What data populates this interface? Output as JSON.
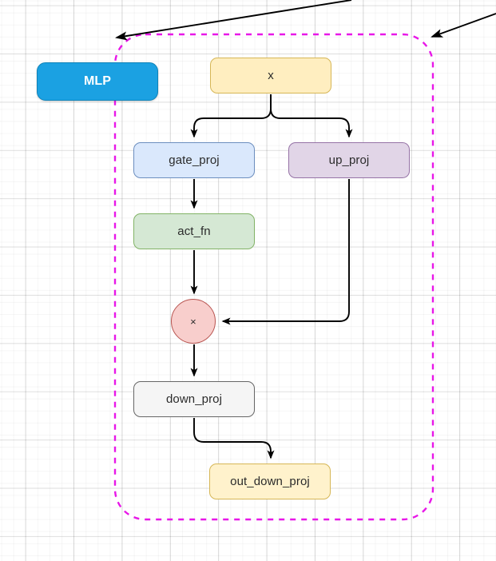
{
  "diagram": {
    "title": "MLP",
    "group": {
      "label": "MLP",
      "border_color": "#e817e8",
      "border_style": "dashed"
    },
    "nodes": [
      {
        "id": "mlp",
        "label": "MLP",
        "fill": "#1ba1e2",
        "stroke": "#0e82b8",
        "text_color": "#ffffff",
        "shape": "rounded-rect"
      },
      {
        "id": "x",
        "label": "x",
        "fill": "#ffeec0",
        "stroke": "#d6b656",
        "text_color": "#2b2b2b",
        "shape": "rounded-rect"
      },
      {
        "id": "gate_proj",
        "label": "gate_proj",
        "fill": "#dae8fc",
        "stroke": "#6c8ebf",
        "text_color": "#2b2b2b",
        "shape": "rounded-rect"
      },
      {
        "id": "up_proj",
        "label": "up_proj",
        "fill": "#e1d5e7",
        "stroke": "#9673a6",
        "text_color": "#2b2b2b",
        "shape": "rounded-rect"
      },
      {
        "id": "act_fn",
        "label": "act_fn",
        "fill": "#d5e8d4",
        "stroke": "#82b366",
        "text_color": "#2b2b2b",
        "shape": "rounded-rect"
      },
      {
        "id": "multiply",
        "label": "×",
        "fill": "#f8cecc",
        "stroke": "#b85450",
        "text_color": "#2b2b2b",
        "shape": "circle"
      },
      {
        "id": "down_proj",
        "label": "down_proj",
        "fill": "#f5f5f5",
        "stroke": "#666666",
        "text_color": "#2b2b2b",
        "shape": "rounded-rect"
      },
      {
        "id": "out_down_proj",
        "label": "out_down_proj",
        "fill": "#fff2cc",
        "stroke": "#d6b656",
        "text_color": "#2b2b2b",
        "shape": "rounded-rect"
      }
    ],
    "edges": [
      {
        "from": "x",
        "to": "gate_proj",
        "arrow": true
      },
      {
        "from": "x",
        "to": "up_proj",
        "arrow": true
      },
      {
        "from": "gate_proj",
        "to": "act_fn",
        "arrow": true
      },
      {
        "from": "act_fn",
        "to": "multiply",
        "arrow": true
      },
      {
        "from": "up_proj",
        "to": "multiply",
        "arrow": true
      },
      {
        "from": "multiply",
        "to": "down_proj",
        "arrow": true
      },
      {
        "from": "down_proj",
        "to": "out_down_proj",
        "arrow": true
      }
    ],
    "external_pointers": [
      {
        "id": "pointer-left",
        "direction": "down-left",
        "target": "group"
      },
      {
        "id": "pointer-right",
        "direction": "down-left",
        "target": "group"
      }
    ]
  }
}
